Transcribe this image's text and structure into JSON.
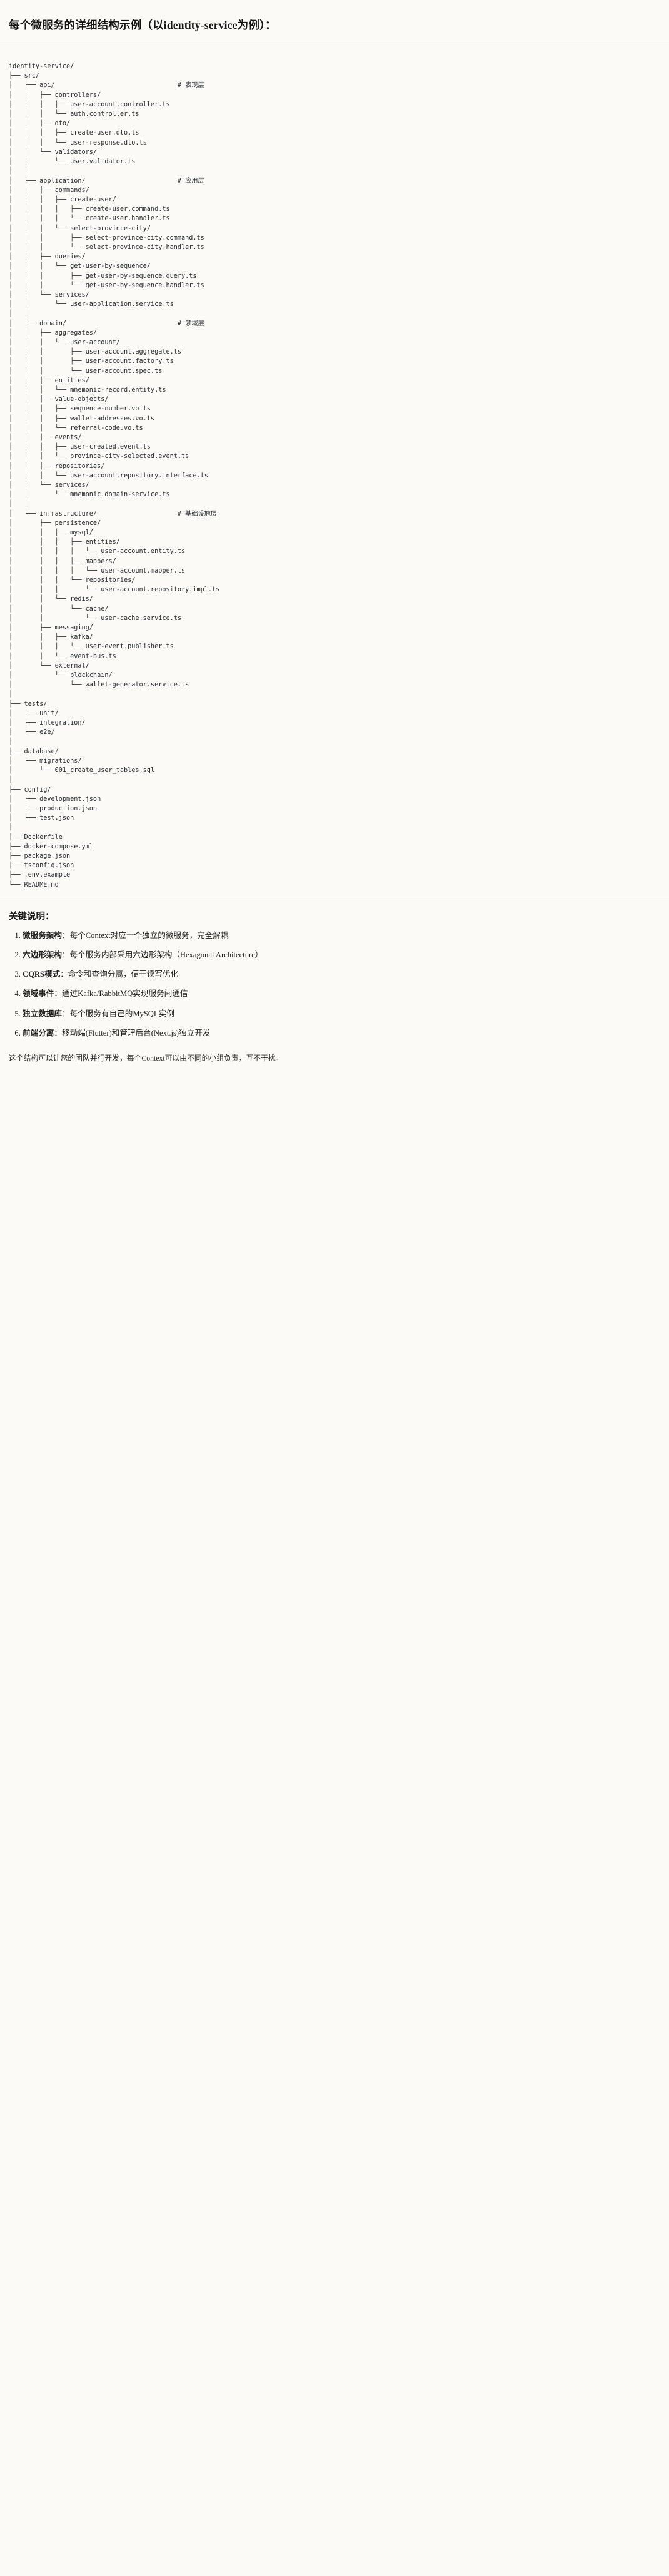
{
  "document": {
    "title": "每个微服务的详细结构示例（以identity-service为例）：",
    "tree_root": "identity-service/",
    "notes_heading": "关键说明：",
    "closing_paragraph": "这个结构可以让您的团队并行开发，每个Context可以由不同的小组负责，互不干扰。"
  },
  "colors": {
    "page_background": "#fbfaf7",
    "text": "#1b1b1b",
    "code_text": "#262b30",
    "divider": "#e6e3dc"
  },
  "tree": {
    "comments": {
      "api": "# 表现层",
      "application": "# 应用层",
      "domain": "# 领域层",
      "infrastructure": "# 基础设施层"
    },
    "lines": [
      "identity-service/",
      "├── src/",
      "│   ├── api/                                # 表现层",
      "│   │   ├── controllers/",
      "│   │   │   ├── user-account.controller.ts",
      "│   │   │   └── auth.controller.ts",
      "│   │   ├── dto/",
      "│   │   │   ├── create-user.dto.ts",
      "│   │   │   └── user-response.dto.ts",
      "│   │   └── validators/",
      "│   │       └── user.validator.ts",
      "│   │",
      "│   ├── application/                        # 应用层",
      "│   │   ├── commands/",
      "│   │   │   ├── create-user/",
      "│   │   │   │   ├── create-user.command.ts",
      "│   │   │   │   └── create-user.handler.ts",
      "│   │   │   └── select-province-city/",
      "│   │   │       ├── select-province-city.command.ts",
      "│   │   │       └── select-province-city.handler.ts",
      "│   │   ├── queries/",
      "│   │   │   └── get-user-by-sequence/",
      "│   │   │       ├── get-user-by-sequence.query.ts",
      "│   │   │       └── get-user-by-sequence.handler.ts",
      "│   │   └── services/",
      "│   │       └── user-application.service.ts",
      "│   │",
      "│   ├── domain/                             # 领域层",
      "│   │   ├── aggregates/",
      "│   │   │   └── user-account/",
      "│   │   │       ├── user-account.aggregate.ts",
      "│   │   │       ├── user-account.factory.ts",
      "│   │   │       └── user-account.spec.ts",
      "│   │   ├── entities/",
      "│   │   │   └── mnemonic-record.entity.ts",
      "│   │   ├── value-objects/",
      "│   │   │   ├── sequence-number.vo.ts",
      "│   │   │   ├── wallet-addresses.vo.ts",
      "│   │   │   └── referral-code.vo.ts",
      "│   │   ├── events/",
      "│   │   │   ├── user-created.event.ts",
      "│   │   │   └── province-city-selected.event.ts",
      "│   │   ├── repositories/",
      "│   │   │   └── user-account.repository.interface.ts",
      "│   │   └── services/",
      "│   │       └── mnemonic.domain-service.ts",
      "│   │",
      "│   └── infrastructure/                     # 基础设施层",
      "│       ├── persistence/",
      "│       │   ├── mysql/",
      "│       │   │   ├── entities/",
      "│       │   │   │   └── user-account.entity.ts",
      "│       │   │   ├── mappers/",
      "│       │   │   │   └── user-account.mapper.ts",
      "│       │   │   └── repositories/",
      "│       │   │       └── user-account.repository.impl.ts",
      "│       │   └── redis/",
      "│       │       └── cache/",
      "│       │           └── user-cache.service.ts",
      "│       ├── messaging/",
      "│       │   ├── kafka/",
      "│       │   │   └── user-event.publisher.ts",
      "│       │   └── event-bus.ts",
      "│       └── external/",
      "│           └── blockchain/",
      "│               └── wallet-generator.service.ts",
      "│",
      "├── tests/",
      "│   ├── unit/",
      "│   ├── integration/",
      "│   └── e2e/",
      "│",
      "├── database/",
      "│   └── migrations/",
      "│       └── 001_create_user_tables.sql",
      "│",
      "├── config/",
      "│   ├── development.json",
      "│   ├── production.json",
      "│   └── test.json",
      "│",
      "├── Dockerfile",
      "├── docker-compose.yml",
      "├── package.json",
      "├── tsconfig.json",
      "├── .env.example",
      "└── README.md"
    ]
  },
  "notes": [
    {
      "index": "1",
      "term": "微服务架构",
      "text": "：每个Context对应一个独立的微服务，完全解耦"
    },
    {
      "index": "2",
      "term": "六边形架构",
      "text": "：每个服务内部采用六边形架构（Hexagonal Architecture）"
    },
    {
      "index": "3",
      "term": "CQRS模式",
      "text": "：命令和查询分离，便于读写优化"
    },
    {
      "index": "4",
      "term": "领域事件",
      "text": "：通过Kafka/RabbitMQ实现服务间通信"
    },
    {
      "index": "5",
      "term": "独立数据库",
      "text": "：每个服务有自己的MySQL实例"
    },
    {
      "index": "6",
      "term": "前端分离",
      "text": "：移动端(Flutter)和管理后台(Next.js)独立开发"
    }
  ]
}
